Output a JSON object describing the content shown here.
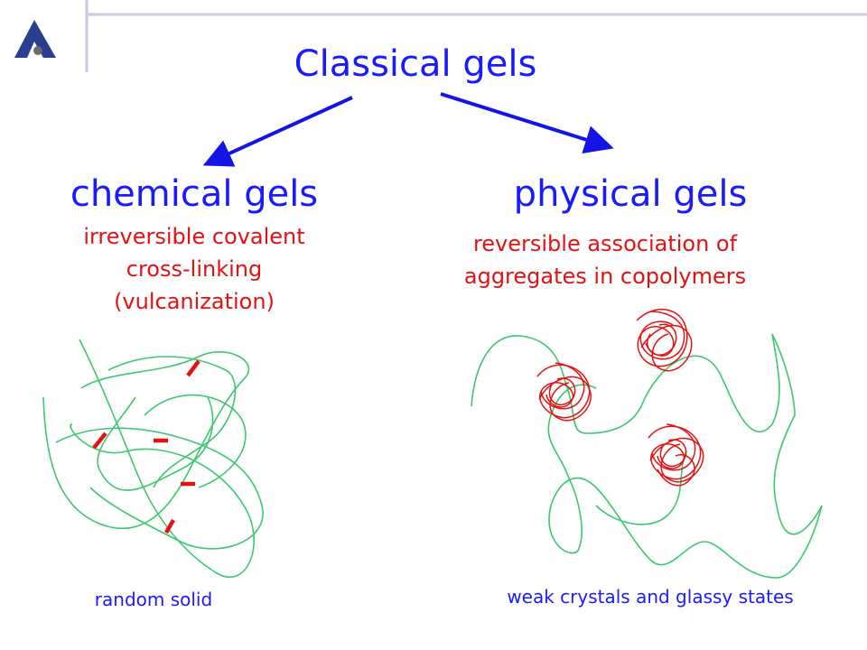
{
  "title": "Classical gels",
  "left": {
    "heading": "chemical gels",
    "description_lines": [
      "irreversible covalent",
      "cross-linking",
      "(vulcanization)"
    ],
    "caption": "random solid"
  },
  "right": {
    "heading": "physical gels",
    "description_lines": [
      "reversible association of",
      "aggregates in copolymers"
    ],
    "caption": "weak crystals and glassy states"
  },
  "colors": {
    "heading_blue": "#1a1aff",
    "arrow_blue": "#1414e6",
    "text_red": "#e31212",
    "chain_green": "#3cc86e",
    "crosslink_red": "#e31212",
    "logo_blue": "#2a3e8f"
  },
  "icons": [
    "logo-icon"
  ]
}
